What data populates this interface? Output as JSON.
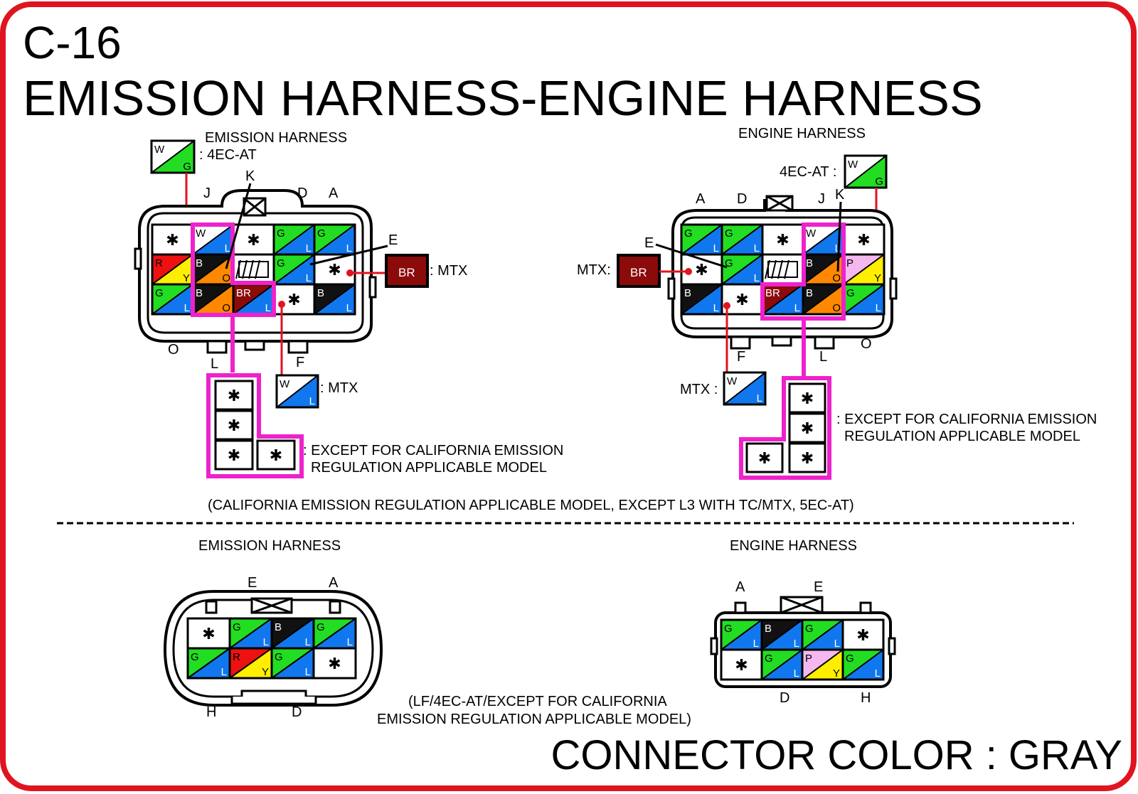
{
  "code": "C-16",
  "title": "EMISSION HARNESS-ENGINE HARNESS",
  "wire_colors": {
    "W": "#ffffff",
    "G": "#22dd22",
    "L": "#1177ee",
    "B": "#111111",
    "O": "#ff8800",
    "R": "#ee1111",
    "Y": "#ffee00",
    "P": "#f4b8ee",
    "BR": "#8b0a0a",
    "X": "#ffffff"
  },
  "accent": {
    "border": "#e0141e",
    "highlight": "#ee22cc",
    "wire": "#e0141e"
  },
  "top_left": {
    "harness_label": "EMISSION HARNESS",
    "variant_label": ": 4EC-AT",
    "variant_wire": {
      "c1": "W",
      "c2": "G"
    },
    "pins": {
      "J": "J",
      "K": "K",
      "D": "D",
      "A": "A",
      "E": "E",
      "O": "O",
      "L": "L",
      "F": "F"
    },
    "mtx_br_label": "BR",
    "mtx_br_suffix": ": MTX",
    "mtx_wl_suffix": ": MTX",
    "mtx_wl_wire": {
      "c1": "W",
      "c2": "L"
    },
    "except_line1": ": EXCEPT FOR CALIFORNIA EMISSION",
    "except_line2": "REGULATION APPLICABLE MODEL",
    "grid": [
      [
        {
          "c1": "X"
        },
        {
          "c1": "W",
          "c2": "L"
        },
        {
          "c1": "X"
        },
        {
          "c1": "G",
          "c2": "L"
        },
        {
          "c1": "G",
          "c2": "L"
        }
      ],
      [
        {
          "c1": "R",
          "c2": "Y"
        },
        {
          "c1": "B",
          "c2": "O"
        },
        {
          "c1": "PLUG"
        },
        {
          "c1": "G",
          "c2": "L"
        },
        {
          "c1": "X"
        }
      ],
      [
        {
          "c1": "G",
          "c2": "L"
        },
        {
          "c1": "B",
          "c2": "O"
        },
        {
          "c1": "BR",
          "c2": "L"
        },
        {
          "c1": "X"
        },
        {
          "c1": "B",
          "c2": "L"
        }
      ]
    ]
  },
  "top_right": {
    "harness_label": "ENGINE HARNESS",
    "variant_label": "4EC-AT :",
    "variant_wire": {
      "c1": "W",
      "c2": "G"
    },
    "pins": {
      "A": "A",
      "D": "D",
      "J": "J",
      "K": "K",
      "E": "E",
      "F": "F",
      "L": "L",
      "O": "O"
    },
    "mtx_br_label": "BR",
    "mtx_br_prefix": "MTX:",
    "mtx_wl_prefix": "MTX :",
    "mtx_wl_wire": {
      "c1": "W",
      "c2": "L"
    },
    "except_line1": ": EXCEPT FOR CALIFORNIA EMISSION",
    "except_line2": "REGULATION APPLICABLE MODEL",
    "grid": [
      [
        {
          "c1": "G",
          "c2": "L"
        },
        {
          "c1": "G",
          "c2": "L"
        },
        {
          "c1": "X"
        },
        {
          "c1": "W",
          "c2": "L"
        },
        {
          "c1": "X"
        }
      ],
      [
        {
          "c1": "X"
        },
        {
          "c1": "G",
          "c2": "L"
        },
        {
          "c1": "PLUG"
        },
        {
          "c1": "B",
          "c2": "O"
        },
        {
          "c1": "P",
          "c2": "Y"
        }
      ],
      [
        {
          "c1": "B",
          "c2": "L"
        },
        {
          "c1": "X"
        },
        {
          "c1": "BR",
          "c2": "L"
        },
        {
          "c1": "B",
          "c2": "O"
        },
        {
          "c1": "G",
          "c2": "L"
        }
      ]
    ]
  },
  "top_caption": "(CALIFORNIA EMISSION REGULATION APPLICABLE MODEL, EXCEPT L3 WITH TC/MTX, 5EC-AT)",
  "bottom_left": {
    "harness_label": "EMISSION HARNESS",
    "pins": {
      "E": "E",
      "A": "A",
      "H": "H",
      "D": "D"
    },
    "grid": [
      [
        {
          "c1": "X"
        },
        {
          "c1": "G",
          "c2": "L"
        },
        {
          "c1": "B",
          "c2": "L"
        },
        {
          "c1": "G",
          "c2": "L"
        }
      ],
      [
        {
          "c1": "G",
          "c2": "L"
        },
        {
          "c1": "R",
          "c2": "Y"
        },
        {
          "c1": "G",
          "c2": "L"
        },
        {
          "c1": "X"
        }
      ]
    ]
  },
  "bottom_right": {
    "harness_label": "ENGINE HARNESS",
    "pins": {
      "A": "A",
      "E": "E",
      "D": "D",
      "H": "H"
    },
    "grid": [
      [
        {
          "c1": "G",
          "c2": "L"
        },
        {
          "c1": "B",
          "c2": "L"
        },
        {
          "c1": "G",
          "c2": "L"
        },
        {
          "c1": "X"
        }
      ],
      [
        {
          "c1": "X"
        },
        {
          "c1": "G",
          "c2": "L"
        },
        {
          "c1": "P",
          "c2": "Y"
        },
        {
          "c1": "G",
          "c2": "L"
        }
      ]
    ]
  },
  "bottom_caption_line1": "(LF/4EC-AT/EXCEPT FOR CALIFORNIA",
  "bottom_caption_line2": "EMISSION REGULATION APPLICABLE MODEL)",
  "connector_color": "CONNECTOR COLOR : GRAY",
  "asterisk": "✱"
}
